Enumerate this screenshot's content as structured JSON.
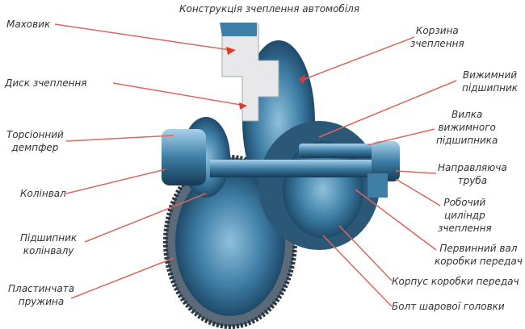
{
  "title": "Конструкція зчеплення автомобіля",
  "colors": {
    "leader": "#d9675c",
    "metal_dark": "#1e4a6a",
    "metal_mid": "#3f7ea6",
    "metal_light": "#8fc0dd",
    "cutaway": "#e8e8ea"
  },
  "labels": {
    "flywheel": "Маховик",
    "clutch_disc": "Диск зчеплення",
    "torsion_damper_1": "Торсіонний",
    "torsion_damper_2": "демпфер",
    "crankshaft": "Колінвал",
    "crank_bearing_1": "Підшипник",
    "crank_bearing_2": "колінвалу",
    "plate_spring_1": "Пластинчата",
    "plate_spring_2": "пружина",
    "basket_1": "Корзина",
    "basket_2": "зчеплення",
    "release_bearing_1": "Вижимний",
    "release_bearing_2": "підшипник",
    "fork_1": "Вилка",
    "fork_2": "вижимного",
    "fork_3": "підшипника",
    "guide_tube_1": "Направляюча",
    "guide_tube_2": "труба",
    "slave_cyl_1": "Робочий",
    "slave_cyl_2": "циліндр",
    "slave_cyl_3": "зчеплення",
    "input_shaft_1": "Первинний вал",
    "input_shaft_2": "коробки передач",
    "gearbox_housing": "Корпус коробки передач",
    "ball_bolt": "Болт шарової головки"
  }
}
